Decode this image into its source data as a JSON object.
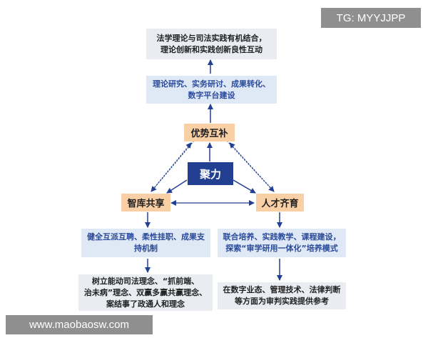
{
  "watermark_top": "TG: MYYJJPP",
  "watermark_bottom": "www.maobaosw.com",
  "diagram": {
    "goal": {
      "line1": "法学理论与司法实践有机结合，",
      "line2": "理论创新和实践创新良性互动"
    },
    "top_methods": {
      "line1": "理论研究、实务研讨、成果转化、",
      "line2": "数字平台建设"
    },
    "advantage": "优势互补",
    "center": "聚力",
    "think_tank": "智库共享",
    "talent": "人才齐育",
    "think_tank_mech": {
      "line1": "健全互派互聘、柔性挂职、成果支",
      "line2": "持机制"
    },
    "think_tank_result": {
      "line1": "树立能动司法理念、“抓前端、",
      "line2": "治未病”理念、双赢多赢共赢理念、",
      "line3": "案结事了政通人和理念"
    },
    "talent_mech": {
      "line1": "联合培养、实践教学、课程建设，",
      "line2": "探索“审学研用一体化”培养模式"
    },
    "talent_result": {
      "line1": "在数字业态、管理技术、法律判断",
      "line2": "等方面为审判实践提供参考"
    }
  }
}
